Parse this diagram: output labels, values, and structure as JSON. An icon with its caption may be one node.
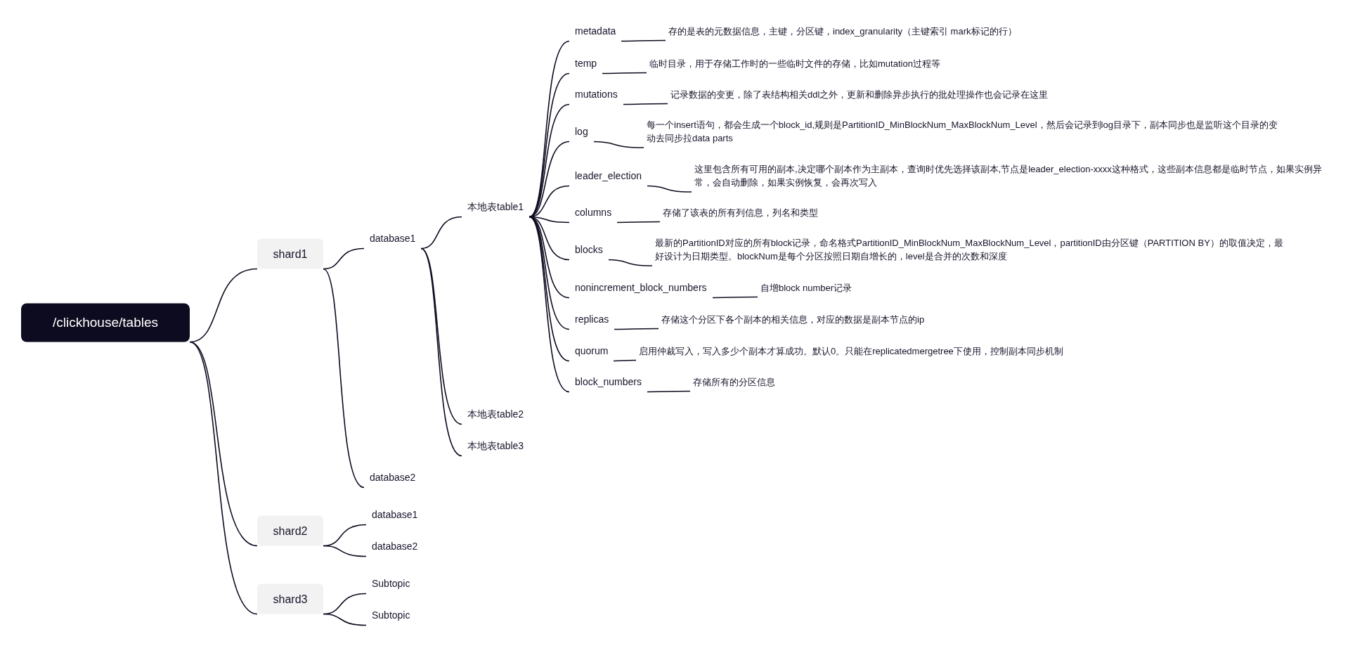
{
  "diagram": {
    "nodes": [
      {
        "text": [
          "/clickhouse/tables"
        ]
      },
      {
        "text": [
          "shard1"
        ]
      },
      {
        "text": [
          "database1"
        ]
      },
      {
        "text": [
          "本地表table1"
        ]
      },
      {
        "text": [
          "metadata"
        ]
      },
      {
        "text": [
          "存的是表的元数据信息，主键，分区键，index_granularity（主键索引 mark标记的行）"
        ]
      },
      {
        "text": [
          "temp"
        ]
      },
      {
        "text": [
          "临时目录，用于存储工作时的一些临时文件的存储，比如mutation过程等"
        ]
      },
      {
        "text": [
          "mutations"
        ]
      },
      {
        "text": [
          "记录数据的变更，除了表结构相关ddl之外，更新和删除异步执行的批处理操作也会记录在这里"
        ]
      },
      {
        "text": [
          "log"
        ]
      },
      {
        "text": [
          "每一个insert语句，都会生成一个block_id,规则是PartitionID_MinBlockNum_MaxBlockNum_Level，然后会记录到log目录下，副本同步也是监听这个目录的变动去同步拉data parts"
        ]
      },
      {
        "text": [
          "leader_election"
        ]
      },
      {
        "text": [
          "这里包含所有可用的副本,决定哪个副本作为主副本，查询时优先选择该副本,节点是leader_election-xxxx这种格式，这些副本信息都是临时节点，如果实例异常，会自动删除，如果实例恢复，会再次写入"
        ]
      },
      {
        "text": [
          "columns"
        ]
      },
      {
        "text": [
          "存储了该表的所有列信息，列名和类型"
        ]
      },
      {
        "text": [
          "blocks"
        ]
      },
      {
        "text": [
          "最新的PartitionID对应的所有block记录，命名格式PartitionID_MinBlockNum_MaxBlockNum_Level，partitionID由分区键（PARTITION BY）的取值决定，最好设计为日期类型。blockNum是每个分区按照日期自增长的，level是合并的次数和深度"
        ]
      },
      {
        "text": [
          "nonincrement_block_numbers"
        ]
      },
      {
        "text": [
          "自增block number记录"
        ]
      },
      {
        "text": [
          "replicas"
        ]
      },
      {
        "text": [
          "存储这个分区下各个副本的相关信息，对应的数据是副本节点的ip"
        ]
      },
      {
        "text": [
          "quorum"
        ]
      },
      {
        "text": [
          "启用仲裁写入，写入多少个副本才算成功。默认0。只能在replicatedmergetree下使用，控制副本同步机制"
        ]
      },
      {
        "text": [
          "block_numbers"
        ]
      },
      {
        "text": [
          "存储所有的分区信息"
        ]
      },
      {
        "text": [
          "本地表table2"
        ]
      },
      {
        "text": [
          "本地表table3"
        ]
      },
      {
        "text": [
          "database2"
        ]
      },
      {
        "text": [
          "shard2"
        ]
      },
      {
        "text": [
          "database1"
        ]
      },
      {
        "text": [
          "database2"
        ]
      },
      {
        "text": [
          "shard3"
        ]
      },
      {
        "text": [
          "Subtopic"
        ]
      },
      {
        "text": [
          "Subtopic"
        ]
      }
    ],
    "edges": [
      {
        "from": 0,
        "to": 1,
        "arrow": "none"
      },
      {
        "from": 0,
        "to": 29,
        "arrow": "none"
      },
      {
        "from": 0,
        "to": 32,
        "arrow": "none"
      },
      {
        "from": 1,
        "to": 2,
        "arrow": "none"
      },
      {
        "from": 1,
        "to": 28,
        "arrow": "none"
      },
      {
        "from": 2,
        "to": 3,
        "arrow": "none"
      },
      {
        "from": 2,
        "to": 26,
        "arrow": "none"
      },
      {
        "from": 2,
        "to": 27,
        "arrow": "none"
      },
      {
        "from": 3,
        "to": 4,
        "arrow": "none"
      },
      {
        "from": 3,
        "to": 6,
        "arrow": "none"
      },
      {
        "from": 3,
        "to": 8,
        "arrow": "none"
      },
      {
        "from": 3,
        "to": 10,
        "arrow": "none"
      },
      {
        "from": 3,
        "to": 12,
        "arrow": "none"
      },
      {
        "from": 3,
        "to": 14,
        "arrow": "none"
      },
      {
        "from": 3,
        "to": 16,
        "arrow": "none"
      },
      {
        "from": 3,
        "to": 18,
        "arrow": "none"
      },
      {
        "from": 3,
        "to": 20,
        "arrow": "none"
      },
      {
        "from": 3,
        "to": 22,
        "arrow": "none"
      },
      {
        "from": 3,
        "to": 24,
        "arrow": "none"
      },
      {
        "from": 4,
        "to": 5,
        "arrow": "none"
      },
      {
        "from": 6,
        "to": 7,
        "arrow": "none"
      },
      {
        "from": 8,
        "to": 9,
        "arrow": "none"
      },
      {
        "from": 10,
        "to": 11,
        "arrow": "none"
      },
      {
        "from": 12,
        "to": 13,
        "arrow": "none"
      },
      {
        "from": 14,
        "to": 15,
        "arrow": "none"
      },
      {
        "from": 16,
        "to": 17,
        "arrow": "none"
      },
      {
        "from": 18,
        "to": 19,
        "arrow": "none"
      },
      {
        "from": 20,
        "to": 21,
        "arrow": "none"
      },
      {
        "from": 22,
        "to": 23,
        "arrow": "none"
      },
      {
        "from": 24,
        "to": 25,
        "arrow": "none"
      },
      {
        "from": 29,
        "to": 30,
        "arrow": "none"
      },
      {
        "from": 29,
        "to": 31,
        "arrow": "none"
      },
      {
        "from": 32,
        "to": 33,
        "arrow": "none"
      },
      {
        "from": 32,
        "to": 34,
        "arrow": "none"
      }
    ]
  }
}
